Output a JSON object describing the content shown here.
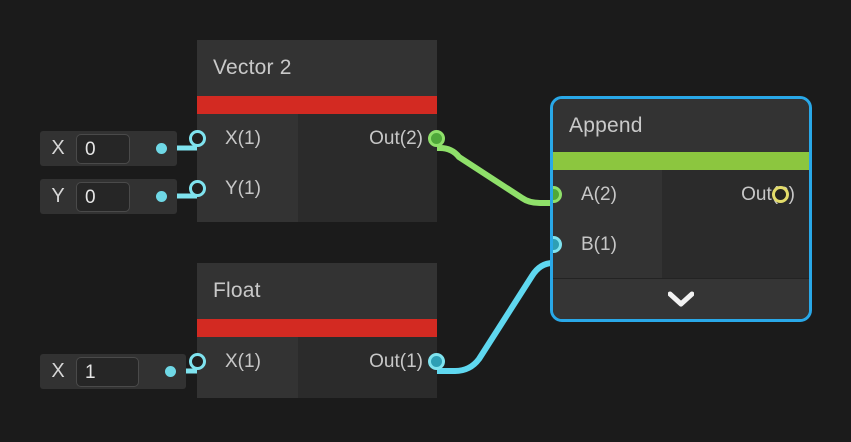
{
  "canvas": {
    "background": "#1b1b1b",
    "page_background": "#181818"
  },
  "colors": {
    "node_body": "#2e2e2e",
    "node_header": "#333333",
    "out_panel": "#2b2b2b",
    "accent_red": "#d32a22",
    "accent_green": "#8cc63f",
    "selection_blue": "#29a8e8",
    "wire_cyan": "#5fd8f0",
    "wire_green": "#8fe06a",
    "port_yellow": "#e3dc6a",
    "label_text": "#c7c7c7"
  },
  "nodes": [
    {
      "id": "vector2",
      "title": "Vector 2",
      "accent": "#d32a22",
      "selected": false,
      "inputs": [
        {
          "label": "X(1)",
          "port": "ring-cyan"
        },
        {
          "label": "Y(1)",
          "port": "ring-cyan"
        }
      ],
      "outputs": [
        {
          "label": "Out(2)",
          "port": "fill-green"
        }
      ]
    },
    {
      "id": "float",
      "title": "Float",
      "accent": "#d32a22",
      "selected": false,
      "inputs": [
        {
          "label": "X(1)",
          "port": "ring-cyan"
        }
      ],
      "outputs": [
        {
          "label": "Out(1)",
          "port": "fill-cyan"
        }
      ]
    },
    {
      "id": "append",
      "title": "Append",
      "accent": "#8cc63f",
      "selected": true,
      "inputs": [
        {
          "label": "A(2)",
          "port": "fill-green"
        },
        {
          "label": "B(1)",
          "port": "fill-cyan"
        }
      ],
      "outputs": [
        {
          "label": "Out(3)",
          "port": "ring-yellow"
        }
      ],
      "footer_icon": "chevron-down-icon"
    }
  ],
  "widgets": [
    {
      "id": "vector2-x",
      "label": "X",
      "value": "0"
    },
    {
      "id": "vector2-y",
      "label": "Y",
      "value": "0"
    },
    {
      "id": "float-x",
      "label": "X",
      "value": "1"
    }
  ],
  "connections": [
    {
      "id": "vector2-out-to-append-a",
      "from": "vector2.Out(2)",
      "to": "append.A(2)",
      "color": "#8fe06a"
    },
    {
      "id": "float-out-to-append-b",
      "from": "float.Out(1)",
      "to": "append.B(1)",
      "color": "#5fd8f0"
    },
    {
      "id": "widget-vector2-x-to-x",
      "from": "vector2-x",
      "to": "vector2.X(1)",
      "color": "#7fe3ef"
    },
    {
      "id": "widget-vector2-y-to-y",
      "from": "vector2-y",
      "to": "vector2.Y(1)",
      "color": "#7fe3ef"
    },
    {
      "id": "widget-float-x-to-x",
      "from": "float-x",
      "to": "float.X(1)",
      "color": "#7fe3ef"
    }
  ]
}
